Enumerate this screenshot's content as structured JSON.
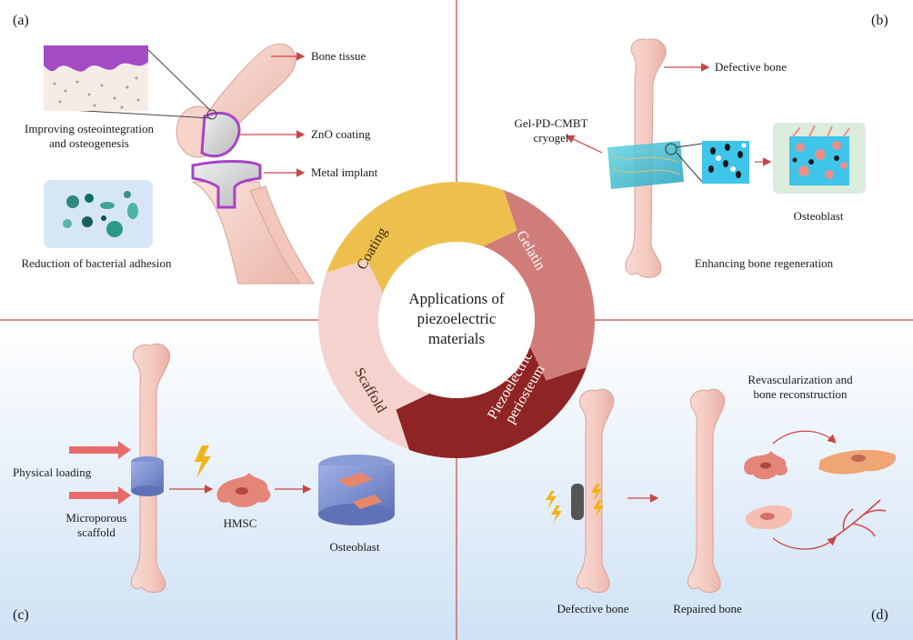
{
  "panels": {
    "a": {
      "tag": "(a)",
      "bone_tissue": "Bone tissue",
      "zno_coating": "ZnO coating",
      "metal_implant": "Metal implant",
      "osteo_line1": "Improving osteointegration",
      "osteo_line2": "and osteogenesis",
      "bacteria": "Reduction of bacterial adhesion"
    },
    "b": {
      "tag": "(b)",
      "defective_bone": "Defective bone",
      "cryogel_line1": "Gel-PD-CMBT",
      "cryogel_line2": "cryogel",
      "osteoblast": "Osteoblast",
      "enhancing": "Enhancing bone regeneration"
    },
    "c": {
      "tag": "(c)",
      "physical_loading": "Physical loading",
      "scaffold_line1": "Microporous",
      "scaffold_line2": "scaffold",
      "hmsc": "HMSC",
      "osteoblast": "Osteoblast"
    },
    "d": {
      "tag": "(d)",
      "revasc_line1": "Revascularization and",
      "revasc_line2": "bone reconstruction",
      "defective_bone": "Defective bone",
      "repaired_bone": "Repaired  bone"
    }
  },
  "hub": {
    "title_line1": "Applications of",
    "title_line2": "piezoelectric",
    "title_line3": "materials"
  },
  "ring": {
    "coating": "Coating",
    "gelatin": "Gelatin",
    "scaffold": "Scaffold",
    "periosteum_line1": "Piezoelectric",
    "periosteum_line2": "periosteum"
  },
  "colors": {
    "coating": "#edc04e",
    "gelatin": "#d07d7a",
    "scaffold": "#f6d2cf",
    "periosteum": "#8e2424",
    "divider": "#c86b6b",
    "bone": "#f4c9c0",
    "arrow": "#c94545"
  }
}
